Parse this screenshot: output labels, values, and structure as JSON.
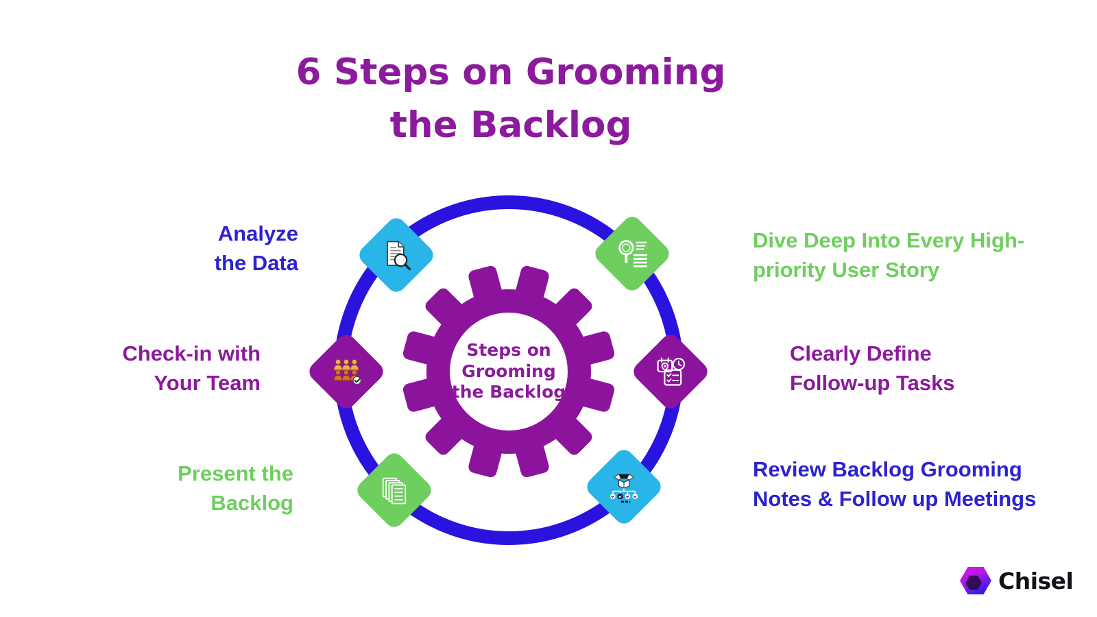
{
  "title": {
    "line1": "6 Steps on Grooming",
    "line2": "the Backlog",
    "color": "#8c1a9c"
  },
  "hub": {
    "line1": "Steps on",
    "line2": "Grooming",
    "line3": "the Backlog",
    "gear_color": "#8c1a9c",
    "ring_color": "#2a12df"
  },
  "steps": [
    {
      "position": "top-left",
      "line1": "Analyze",
      "line2": "the Data",
      "text_color": "#2c22cf",
      "diamond_color": "#29b5e8",
      "icon": "document-magnifier-icon"
    },
    {
      "position": "top-right",
      "line1": "Dive Deep Into Every High-",
      "line2": "priority User Story",
      "text_color": "#6ece5e",
      "diamond_color": "#6ece5e",
      "icon": "magnifier-list-icon"
    },
    {
      "position": "middle-left",
      "line1": "Check-in with",
      "line2": "Your Team",
      "text_color": "#8c1a9c",
      "diamond_color": "#8c149c",
      "icon": "team-check-icon"
    },
    {
      "position": "middle-right",
      "line1": "Clearly Define",
      "line2": "Follow-up Tasks",
      "text_color": "#8c1a9c",
      "diamond_color": "#8c149c",
      "icon": "calendar-clock-checklist-icon"
    },
    {
      "position": "bottom-left",
      "line1": "Present the",
      "line2": "Backlog",
      "text_color": "#6ece5e",
      "diamond_color": "#6ece5e",
      "icon": "documents-stack-icon"
    },
    {
      "position": "bottom-right",
      "line1": "Review Backlog Grooming",
      "line2": "Notes & Follow up Meetings",
      "text_color": "#2c22cf",
      "diamond_color": "#29b5e8",
      "icon": "open-box-checks-icon"
    }
  ],
  "logo": {
    "text": "Chisel",
    "hexagon_colors": [
      "#e414e4",
      "#3518f2",
      "#270a3f"
    ]
  }
}
